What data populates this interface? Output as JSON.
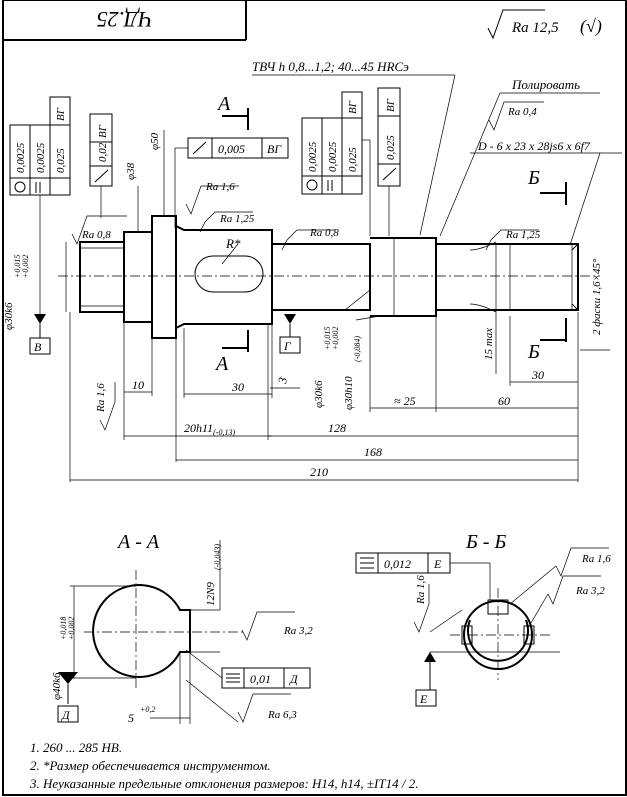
{
  "stamp": "ЧД.25",
  "roughness": {
    "general": "Ra 12,5",
    "check": "(√)"
  },
  "hardening_note": "ТВЧ h 0,8...1,2; 40...45 HRCэ",
  "polish_label": "Полировать",
  "spline_label": "D - 6 x 23 x 28js6 x 6f7",
  "section_marks": {
    "a": "А",
    "b": "Б"
  },
  "datums": {
    "v": "В",
    "g": "Г",
    "d": "Д",
    "e": "Е"
  },
  "tolerances": {
    "left_ov_a": "0,0025",
    "left_ov_b": "0,0025",
    "left_ov_c": "0,025",
    "left_ref": "ВГ",
    "d38_val": "0,02",
    "d38_ref": "ВГ",
    "runout_val": "0,005",
    "runout_ref": "ВГ",
    "mid_ov_a": "0,0025",
    "mid_ov_b": "0,0025",
    "mid_ov_c": "0,025",
    "mid_ref": "ВГ",
    "d30h_val": "0,025",
    "d30h_ref": "ВГ",
    "sym_aa": "0,01",
    "sym_aa_ref": "Д",
    "sym_bb": "0,012",
    "sym_bb_ref": "Е"
  },
  "roughness_marks": {
    "ra08a": "Ra 0,8",
    "ra16a": "Ra 1,6",
    "ra125a": "Ra 1,25",
    "ra08b": "Ra 0,8",
    "ra04": "Ra 0,4",
    "ra125b": "Ra 1,25",
    "ra16_left": "Ra 1,6",
    "ra32_aa": "Ra 3,2",
    "ra63_aa": "Ra 6,3",
    "ra16_bb": "Ra 1,6",
    "ra32_bb": "Ra 3,2",
    "ra16_bb_left": "Ra 1,6"
  },
  "dims": {
    "d30k6": "φ30k6",
    "d30k6_tol_u": "+0,015",
    "d30k6_tol_l": "+0,002",
    "d38": "φ38",
    "d50": "φ50",
    "r": "R*",
    "d30k6b": "φ30k6",
    "d30k6b_tol_u": "+0,015",
    "d30k6b_tol_l": "+0,002",
    "d30h10": "φ30h10",
    "d30h10_tol": "(-0,084)",
    "dim10": "10",
    "dim30a": "30",
    "dim3": "3",
    "dim25": "≈ 25",
    "dim15": "15 max",
    "dim30b": "30",
    "dim60": "60",
    "dim20": "20h11",
    "dim20_tol": "(-0,13)",
    "dim128": "128",
    "dim168": "168",
    "dim210": "210",
    "chamfer": "2 фаски  1,6×45°"
  },
  "sections": {
    "aa_title": "А - А",
    "bb_title": "Б - Б",
    "aa_d40": "φ40k6",
    "aa_d40_tol_u": "+0,018",
    "aa_d40_tol_l": "+0,002",
    "aa_key": "12N9",
    "aa_key_tol": "(-0,043)",
    "aa_5": "5",
    "aa_5_tol": "+0,2"
  },
  "notes": [
    "1. 260 ... 285 HB.",
    "2. *Размер обеспечивается инструментом.",
    "3. Неуказанные предельные отклонения размеров: H14, h14, ±IT14 / 2."
  ]
}
